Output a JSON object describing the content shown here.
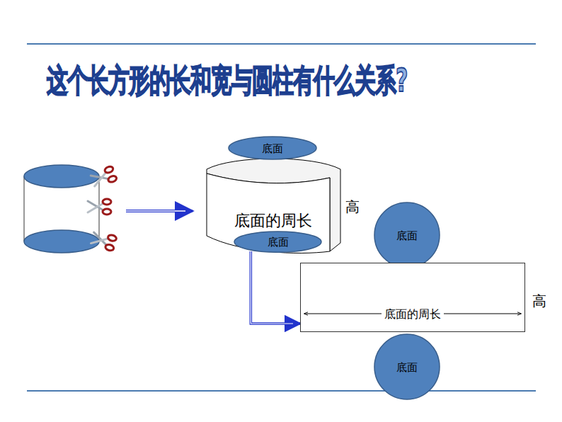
{
  "diagram": {
    "title": "这个长方形的长和宽与圆柱有什么关系?",
    "nodes": [
      {
        "text": [
          "底面"
        ]
      },
      {
        "text": [
          "底面的周长",
          "高"
        ]
      },
      {
        "text": [
          "底面"
        ]
      },
      {
        "text": [
          "底面"
        ]
      },
      {
        "text": [
          "底面的周长",
          "高"
        ]
      },
      {
        "text": [
          "底面"
        ]
      }
    ],
    "edges": [
      {
        "from": 1,
        "to": 4,
        "arrow": "to"
      }
    ]
  }
}
